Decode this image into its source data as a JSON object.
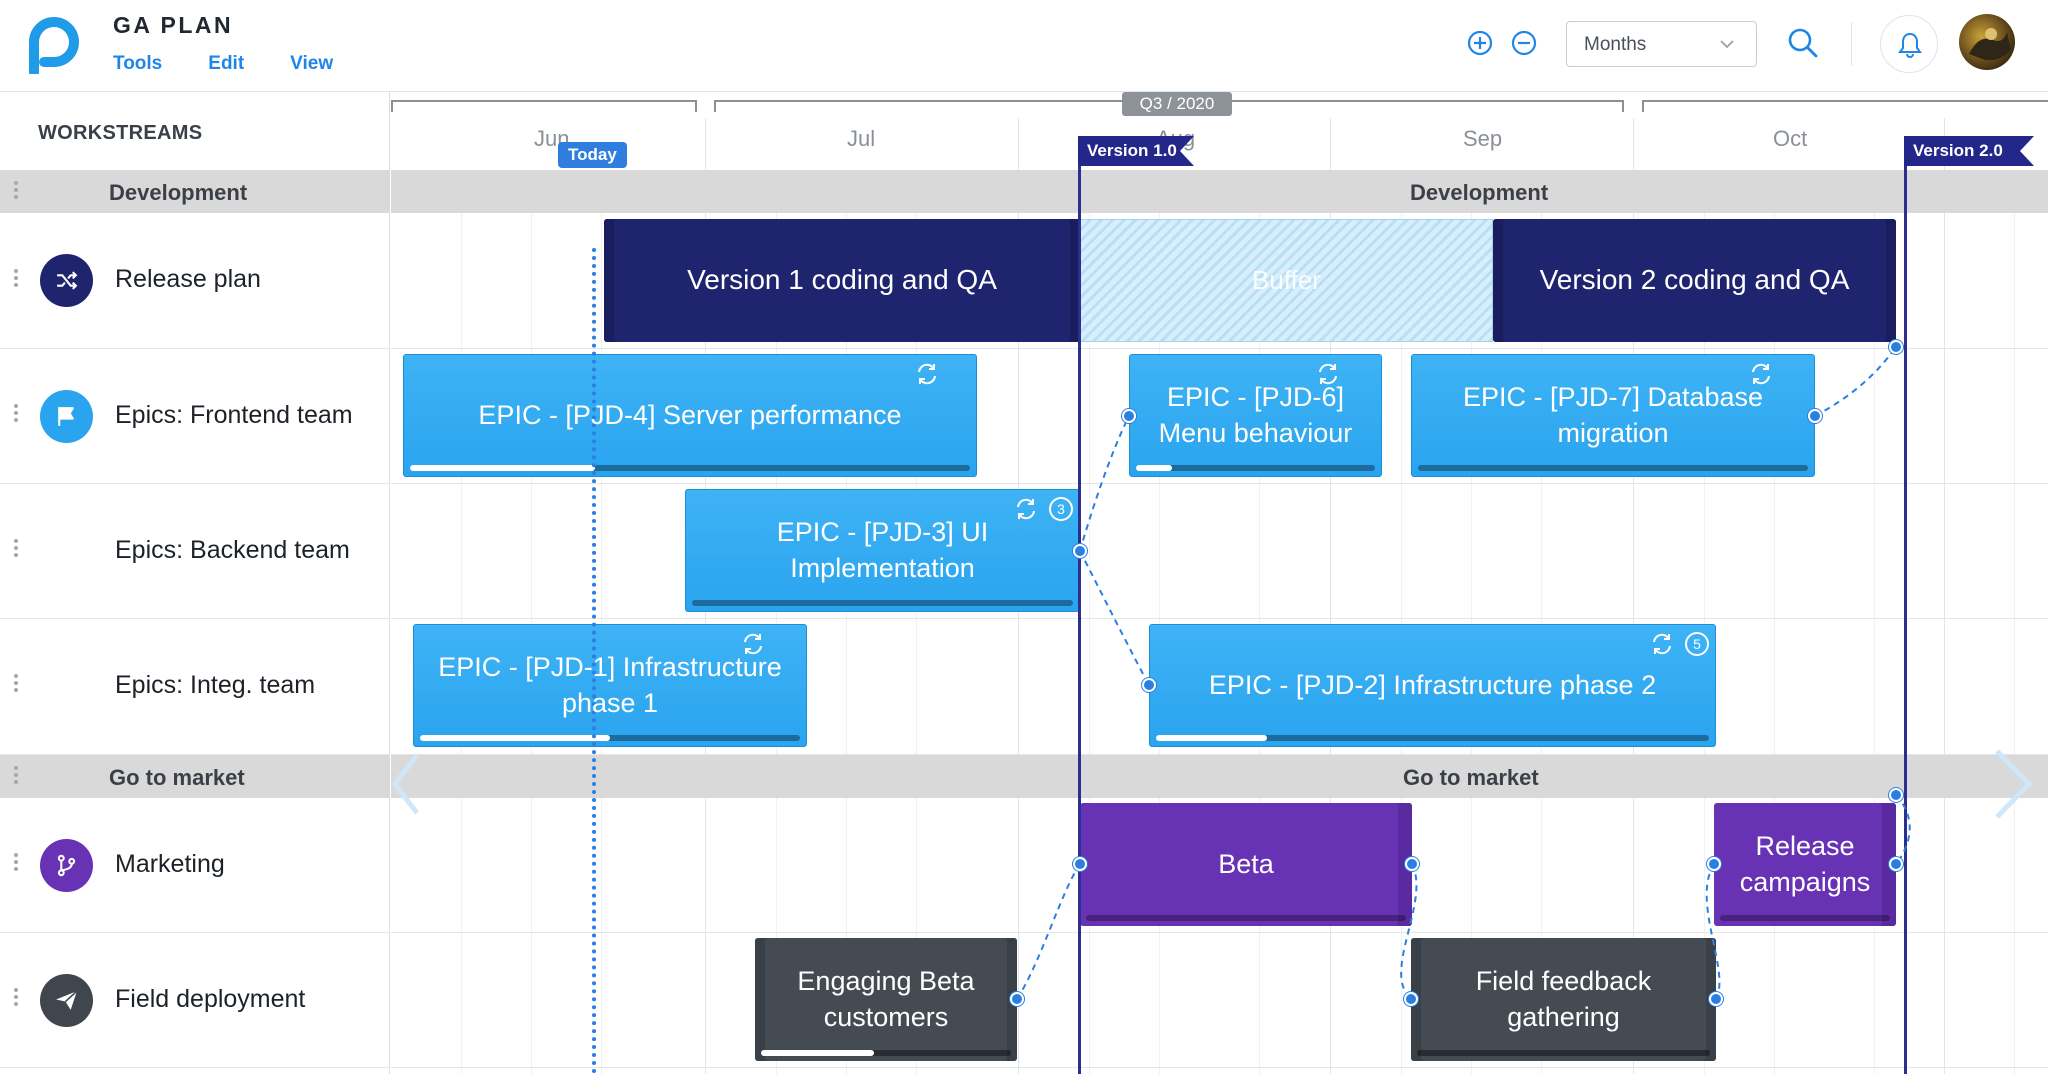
{
  "header": {
    "app_title": "GA PLAN",
    "menu": [
      "Tools",
      "Edit",
      "View"
    ],
    "zoom_select": "Months"
  },
  "left_panel": {
    "title": "WORKSTREAMS",
    "groups": [
      "Development",
      "Go to market"
    ],
    "rows": [
      "Release plan",
      "Epics: Frontend team",
      "Epics: Backend team",
      "Epics: Integ. team",
      "Marketing",
      "Field deployment"
    ]
  },
  "timeline": {
    "quarter": "Q3 / 2020",
    "months": [
      "Jun",
      "Jul",
      "Aug",
      "Sep",
      "Oct"
    ],
    "today_label": "Today",
    "versions": [
      "Version 1.0",
      "Version 2.0"
    ],
    "group_labels": [
      "Development",
      "Go to market"
    ],
    "bars": {
      "v1": "Version 1 coding and QA",
      "buffer": "Buffer",
      "v2": "Version 2 coding and QA",
      "pjd4": "EPIC - [PJD-4] Server performance",
      "pjd6": "EPIC - [PJD-6] Menu behaviour",
      "pjd7": "EPIC - [PJD-7] Database migration",
      "pjd3": "EPIC - [PJD-3] UI Implementation",
      "pjd1": "EPIC - [PJD-1] Infrastructure phase 1",
      "pjd2": "EPIC - [PJD-2] Infrastructure phase 2",
      "beta": "Beta",
      "release": "Release campaigns",
      "engaging": "Engaging Beta customers",
      "feedback": "Field feedback gathering"
    },
    "badges": {
      "pjd3": "3",
      "pjd2": "5"
    }
  },
  "progress": {
    "pjd4": 0.33,
    "pjd6": 0.15,
    "pjd1": 0.5,
    "pjd2": 0.2,
    "engaging": 0.45
  },
  "colors": {
    "accent": "#1f86e8",
    "navy": "#1f246e",
    "epic": "#2aa4ef",
    "purple": "#6732b4",
    "dark": "#444b52",
    "group_bg": "#d9d9d9"
  }
}
